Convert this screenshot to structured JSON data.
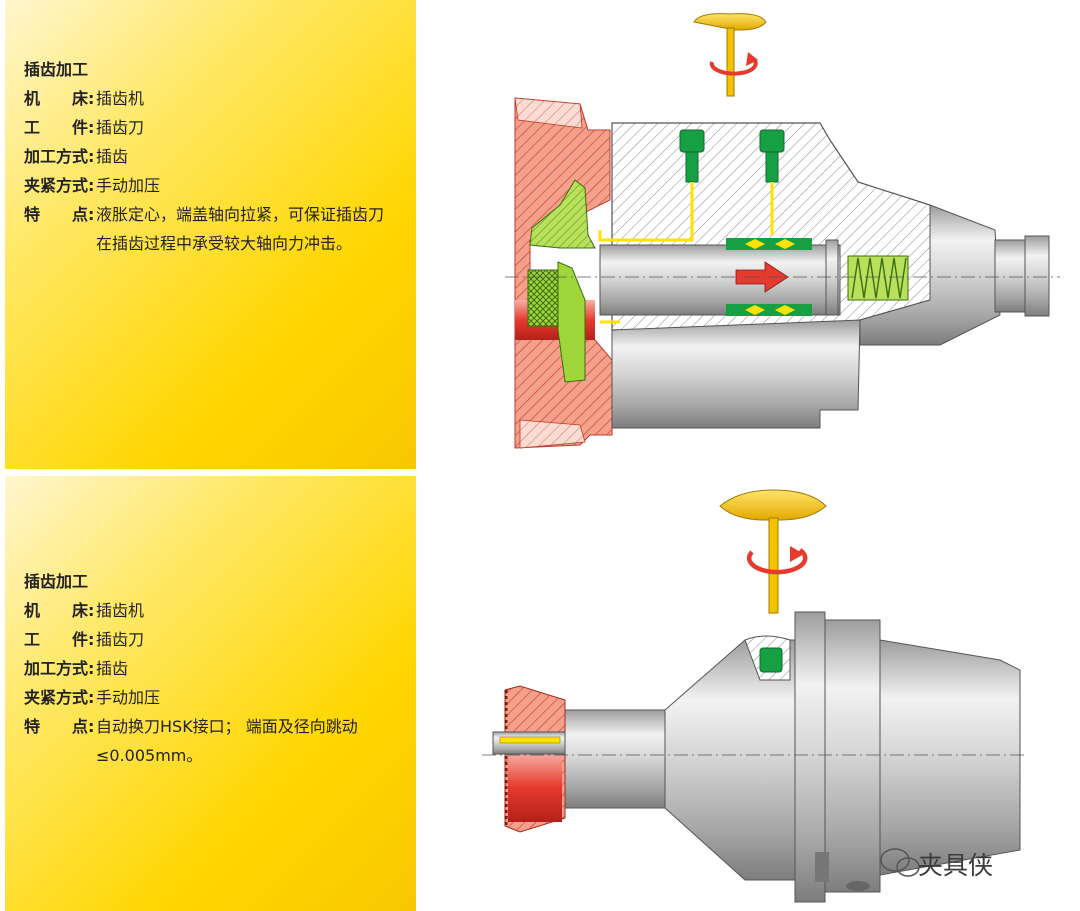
{
  "panels": [
    {
      "heading": "插齿加工",
      "rows": [
        {
          "label": "机　　床:",
          "value": "插齿机"
        },
        {
          "label": "工　　件:",
          "value": "插齿刀"
        },
        {
          "label": "加工方式:",
          "value": "插齿"
        },
        {
          "label": "夹紧方式:",
          "value": "手动加压"
        },
        {
          "label": "特　　点:",
          "value": "液胀定心，端盖轴向拉紧，可保证插齿刀在插齿过程中承受较大轴向力冲击。"
        }
      ]
    },
    {
      "heading": "插齿加工",
      "rows": [
        {
          "label": "机　　床:",
          "value": "插齿机"
        },
        {
          "label": "工　　件:",
          "value": "插齿刀"
        },
        {
          "label": "加工方式:",
          "value": "插齿"
        },
        {
          "label": "夹紧方式:",
          "value": "手动加压"
        },
        {
          "label": "特　　点:",
          "value": "自动换刀HSK接口；  端面及径向跳动≤0.005mm。"
        }
      ]
    }
  ],
  "watermark": "夹具侠",
  "colors": {
    "panel_yellow": "#ffd600",
    "red": "#e63a2e",
    "green": "#16a043",
    "lime": "#9fd63a",
    "key_yellow": "#f3c300"
  }
}
